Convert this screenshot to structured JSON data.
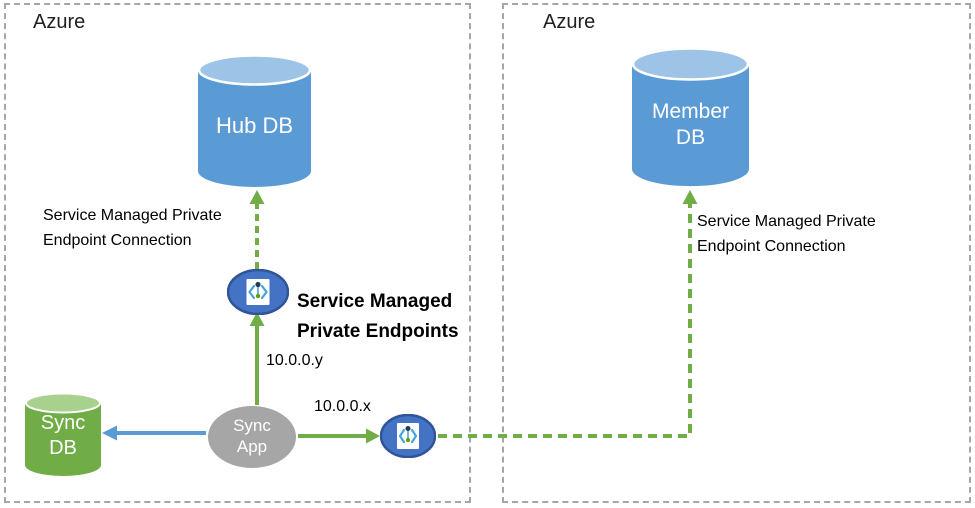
{
  "colors": {
    "db_blue": "#5B9BD5",
    "db_blue_top": "#9DC3E6",
    "db_green": "#70AD47",
    "db_green_top": "#A9D18E",
    "app_gray": "#A6A6A6",
    "endpoint_fill": "#4472C4",
    "endpoint_border": "#2F5597",
    "arrow_green": "#70AD47",
    "arrow_blue": "#5B9BD5",
    "boundary_gray": "#A6A6A6"
  },
  "left_azure": {
    "label": "Azure",
    "hub_db_label": "Hub DB",
    "sync_db_label": "Sync\nDB",
    "sync_app_label": "Sync\nApp",
    "connection_label": "Service Managed Private\nEndpoint Connection",
    "endpoints_label": "Service Managed\nPrivate Endpoints",
    "ip_label_y": "10.0.0.y",
    "ip_label_x": "10.0.0.x"
  },
  "right_azure": {
    "label": "Azure",
    "member_db_label": "Member\nDB",
    "connection_label": "Service Managed Private\nEndpoint Connection"
  }
}
